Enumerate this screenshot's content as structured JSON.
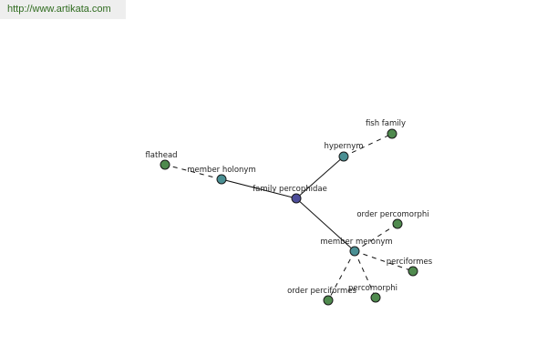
{
  "source_url": "http://www.artikata.com",
  "colors": {
    "center_node": "#4d4d9a",
    "relation_node": "#4a8f93",
    "term_node": "#4f8a4e"
  },
  "graph": {
    "nodes": [
      {
        "id": "family-percophidae",
        "label": "family percophidae",
        "kind": "center"
      },
      {
        "id": "member-holonym",
        "label": "member holonym",
        "kind": "relation"
      },
      {
        "id": "hypernym",
        "label": "hypernym",
        "kind": "relation"
      },
      {
        "id": "member-meronym",
        "label": "member meronym",
        "kind": "relation"
      },
      {
        "id": "flathead",
        "label": "flathead",
        "kind": "term"
      },
      {
        "id": "fish-family",
        "label": "fish family",
        "kind": "term"
      },
      {
        "id": "order-percomorphi",
        "label": "order percomorphi",
        "kind": "term"
      },
      {
        "id": "perciformes",
        "label": "perciformes",
        "kind": "term"
      },
      {
        "id": "percomorphi",
        "label": "percomorphi",
        "kind": "term"
      },
      {
        "id": "order-perciformes",
        "label": "order perciformes",
        "kind": "term"
      }
    ],
    "edges": [
      {
        "from": "family-percophidae",
        "to": "member-holonym",
        "style": "solid"
      },
      {
        "from": "family-percophidae",
        "to": "hypernym",
        "style": "solid"
      },
      {
        "from": "family-percophidae",
        "to": "member-meronym",
        "style": "solid"
      },
      {
        "from": "member-holonym",
        "to": "flathead",
        "style": "dashed"
      },
      {
        "from": "hypernym",
        "to": "fish-family",
        "style": "dashed"
      },
      {
        "from": "member-meronym",
        "to": "order-percomorphi",
        "style": "dashed"
      },
      {
        "from": "member-meronym",
        "to": "perciformes",
        "style": "dashed"
      },
      {
        "from": "member-meronym",
        "to": "percomorphi",
        "style": "dashed"
      },
      {
        "from": "member-meronym",
        "to": "order-perciformes",
        "style": "dashed"
      }
    ]
  }
}
